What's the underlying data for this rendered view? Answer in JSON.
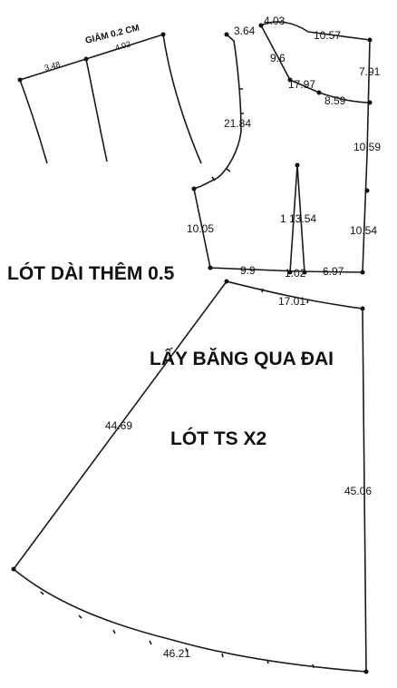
{
  "notes": {
    "reduce_top": "GIẢM 0.2 CM",
    "lining_longer": "LÓT DÀI THÊM 0.5",
    "waist_band": "LẤY BĂNG QUA ĐAI",
    "lining_x2": "LÓT TS X2"
  },
  "measurements": {
    "yoke_left": "3.48",
    "yoke_right": "4.02",
    "front_neck": "3.64",
    "armhole": "21.84",
    "side_bodice": "10.05",
    "bodice_hem_left": "9.9",
    "dart_gap": "1.02",
    "bodice_hem_right": "6.97",
    "back_neck_small": "4.03",
    "back_neck_top": "10.57",
    "back_inner_short": "9.6",
    "back_upper_right": "7.91",
    "back_inner_long": "17.97",
    "back_inner_bottom": "8.59",
    "center_upper": "10.59",
    "dart_length": "1 13.54",
    "center_lower": "10.54",
    "skirt_waist": "17.01",
    "skirt_side": "44.69",
    "skirt_center": "45.06",
    "skirt_hem": "46.21"
  }
}
